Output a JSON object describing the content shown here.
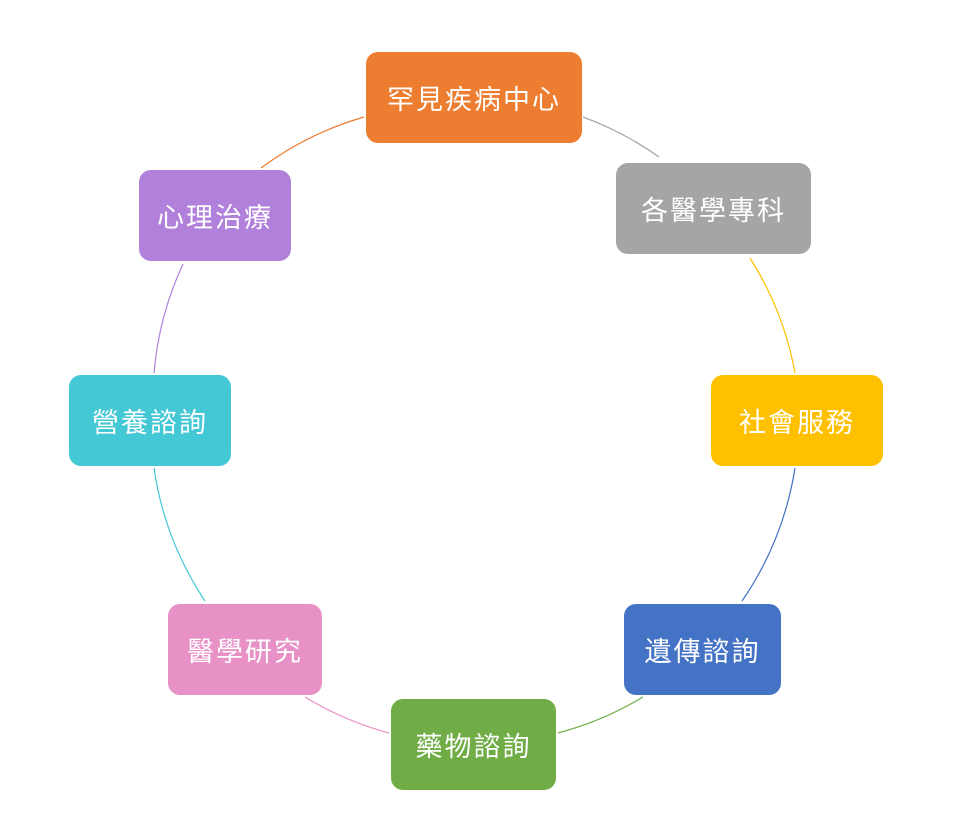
{
  "diagram": {
    "nodes": [
      {
        "label": "罕見疾病中心",
        "color": "#ED7D31"
      },
      {
        "label": "各醫學專科",
        "color": "#A5A5A5"
      },
      {
        "label": "社會服務",
        "color": "#FFC000"
      },
      {
        "label": "遺傳諮詢",
        "color": "#4472C4"
      },
      {
        "label": "藥物諮詢",
        "color": "#70AD47"
      },
      {
        "label": "醫學研究",
        "color": "#E791C7"
      },
      {
        "label": "營養諮詢",
        "color": "#45C8D6"
      },
      {
        "label": "心理治療",
        "color": "#B180DB"
      }
    ]
  }
}
